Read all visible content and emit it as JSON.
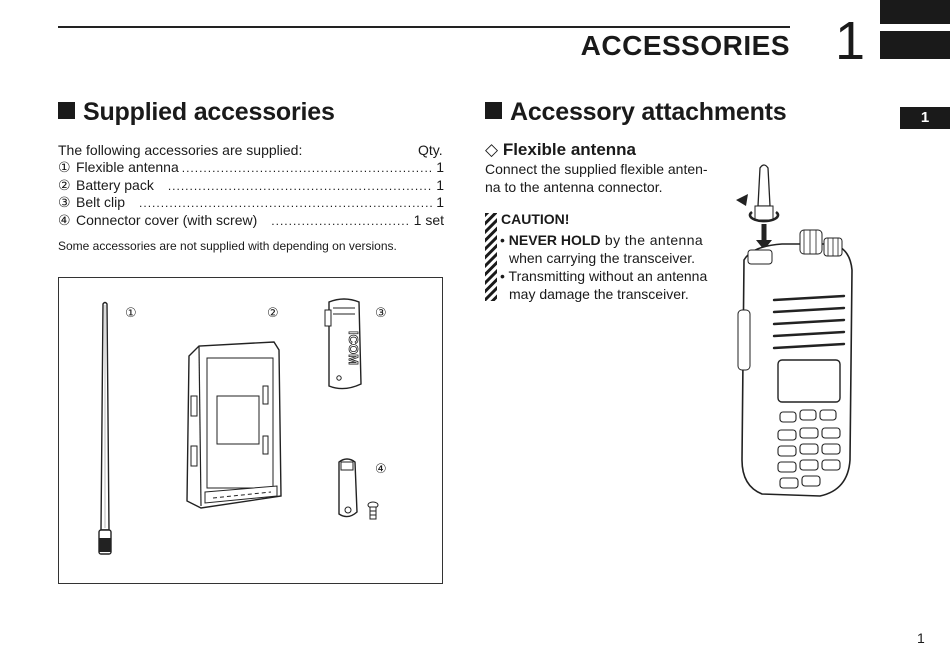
{
  "header": {
    "chapter_title": "ACCESSORIES",
    "chapter_number": "1",
    "side_tab": "1"
  },
  "supplied": {
    "heading": "Supplied accessories",
    "intro": "The following accessories are supplied:",
    "qty_label": "Qty.",
    "items": [
      {
        "num": "①",
        "name": "Flexible antenna",
        "qty": "1"
      },
      {
        "num": "②",
        "name": "Battery pack",
        "qty": "1"
      },
      {
        "num": "③",
        "name": "Belt clip",
        "qty": "1"
      },
      {
        "num": "④",
        "name": "Connector cover (with screw)",
        "qty": "1 set"
      }
    ],
    "note": "Some accessories are not supplied with depending on versions.",
    "figure_labels": [
      "①",
      "②",
      "③",
      "④"
    ],
    "clip_logo": "ICOM"
  },
  "attachments": {
    "heading": "Accessory attachments",
    "sub_heading": "Flexible antenna",
    "sub_icon": "◇",
    "body": [
      "Connect the supplied flexible anten-",
      "na to the antenna connector."
    ],
    "caution_title": "CAUTION!",
    "caution_1_bold": "NEVER HOLD",
    "caution_1_rest": " by the antenna",
    "caution_1_line2": "when carrying the transceiver.",
    "caution_2_line1": "Transmitting without an antenna",
    "caution_2_line2": "may damage the transceiver."
  },
  "footer": {
    "page_number": "1"
  }
}
